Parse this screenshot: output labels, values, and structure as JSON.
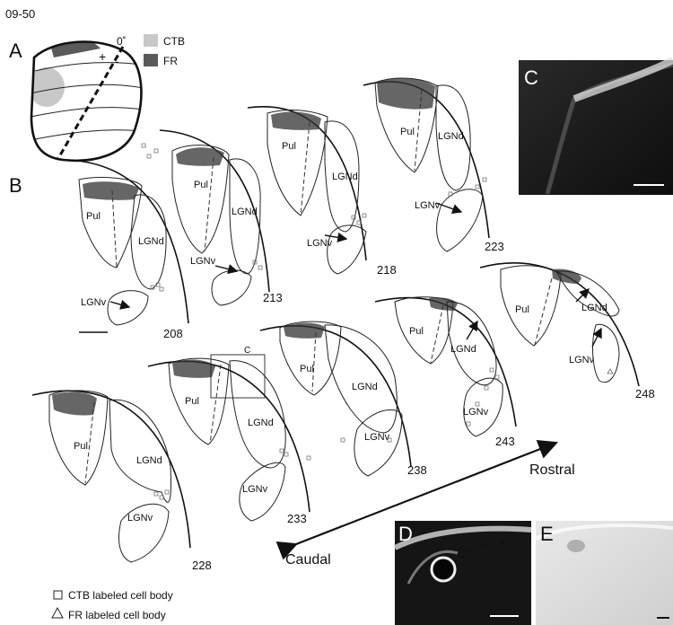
{
  "figure_id": "09-50",
  "panels": {
    "a": "A",
    "b": "B",
    "c": "C",
    "d": "D",
    "e": "E"
  },
  "panel_a": {
    "angle": "0˚",
    "plus": "+",
    "minus": "-",
    "legend": [
      {
        "label": "CTB",
        "color": "#c8c8c8"
      },
      {
        "label": "FR",
        "color": "#5a5a5a"
      }
    ]
  },
  "sections": {
    "s208": {
      "number": "208",
      "pul": "Pul",
      "lgnd": "LGNd",
      "lgnv": "LGNv"
    },
    "s213": {
      "number": "213",
      "pul": "Pul",
      "lgnd": "LGNd",
      "lgnv": "LGNv"
    },
    "s218": {
      "number": "218",
      "pul": "Pul",
      "lgnd": "LGNd",
      "lgnv": "LGNv"
    },
    "s223": {
      "number": "223",
      "pul": "Pul",
      "lgnd": "LGNd",
      "lgnv": "LGNv"
    },
    "s228": {
      "number": "228",
      "pul": "Pul",
      "lgnd": "LGNd",
      "lgnv": "LGNv"
    },
    "s233": {
      "number": "233",
      "pul": "Pul",
      "lgnd": "LGNd",
      "lgnv": "LGNv",
      "inset": "C"
    },
    "s238": {
      "number": "238",
      "pul": "Pul",
      "lgnd": "LGNd",
      "lgnv": "LGNv"
    },
    "s243": {
      "number": "243",
      "pul": "Pul",
      "lgnd": "LGNd",
      "lgnv": "LGNv"
    },
    "s248": {
      "number": "248",
      "pul": "Pul",
      "lgnd": "LGNd",
      "lgnv": "LGNv"
    }
  },
  "axis": {
    "rostral": "Rostral",
    "caudal": "Caudal"
  },
  "legend": {
    "ctb": "CTB labeled cell body",
    "fr": "FR labeled cell body"
  },
  "colors": {
    "ctb": "#c8c8c8",
    "fr": "#5a5a5a",
    "micrograph_dark": "#141414",
    "micrograph_light": "#d6d6d6"
  }
}
